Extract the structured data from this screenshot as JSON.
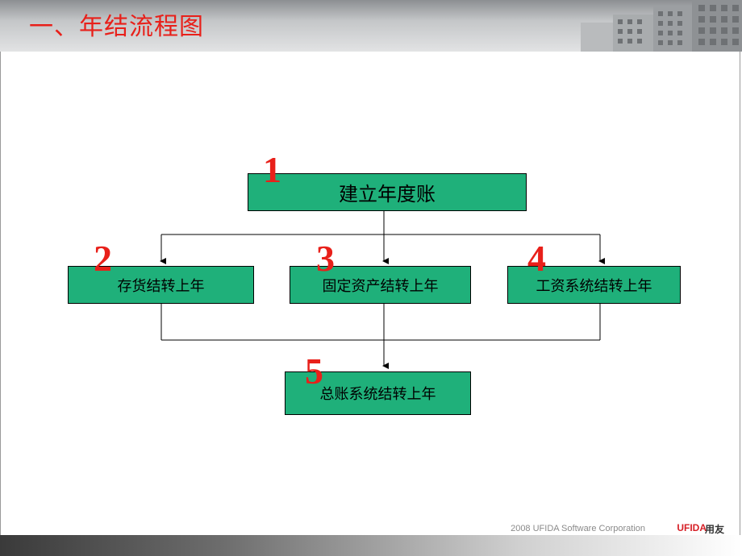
{
  "title": "一、年结流程图",
  "footer": {
    "copyright": "2008 UFIDA Software Corporation",
    "logo": "UFIDA",
    "logo_cn": "用友"
  },
  "colors": {
    "title": "#e8201a",
    "node_fill": "#1fb07a",
    "step_number": "#e8201a"
  },
  "flow": {
    "nodes": [
      {
        "id": "n1",
        "number": "1",
        "label": "建立年度账"
      },
      {
        "id": "n2",
        "number": "2",
        "label": "存货结转上年"
      },
      {
        "id": "n3",
        "number": "3",
        "label": "固定资产结转上年"
      },
      {
        "id": "n4",
        "number": "4",
        "label": "工资系统结转上年"
      },
      {
        "id": "n5",
        "number": "5",
        "label": "总账系统结转上年"
      }
    ],
    "edges": [
      {
        "from": "n1",
        "to": "n2"
      },
      {
        "from": "n1",
        "to": "n3"
      },
      {
        "from": "n1",
        "to": "n4"
      },
      {
        "from": "n2",
        "to": "n5"
      },
      {
        "from": "n3",
        "to": "n5"
      },
      {
        "from": "n4",
        "to": "n5"
      }
    ]
  }
}
